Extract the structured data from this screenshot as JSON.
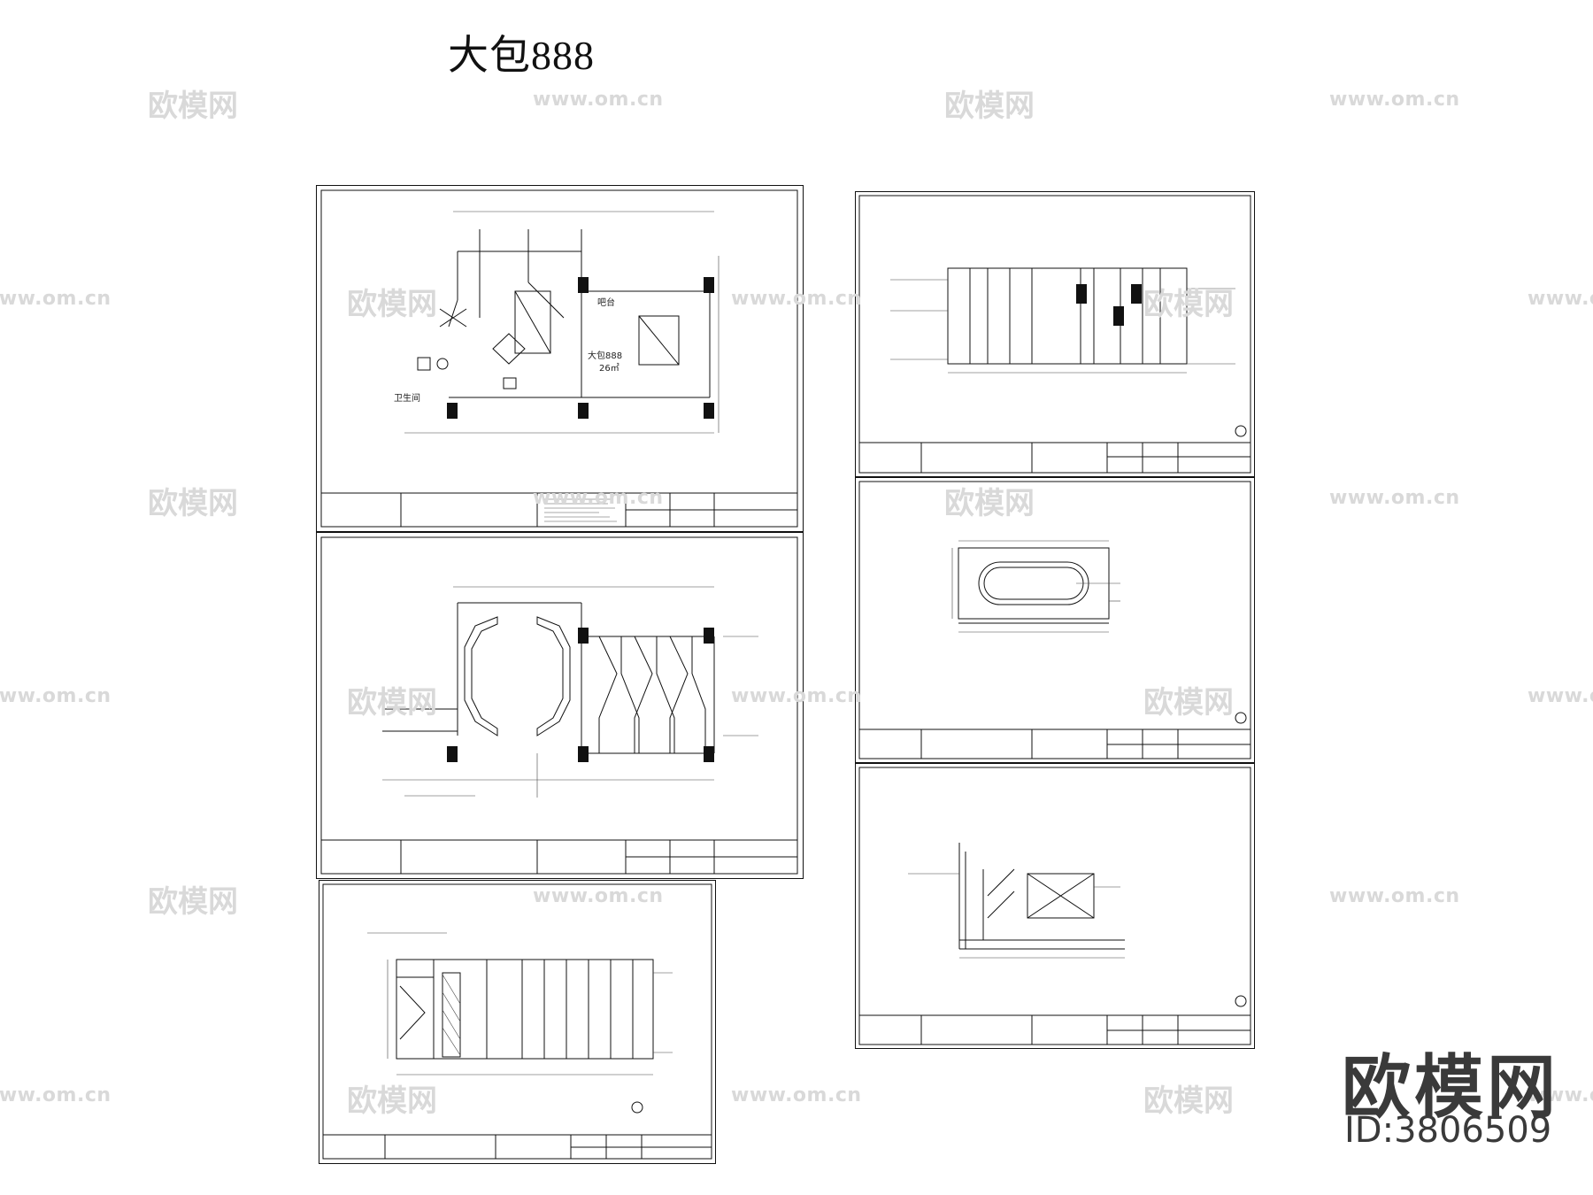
{
  "title": "大包888",
  "plan_labels": {
    "restroom": "卫生间",
    "room_name": "大包888",
    "area": "26㎡",
    "bar": "吧台"
  },
  "watermark": {
    "brand_cn": "欧模网",
    "url": "www.om.cn"
  },
  "brand": {
    "name": "欧模网",
    "id": "ID:3806509"
  }
}
